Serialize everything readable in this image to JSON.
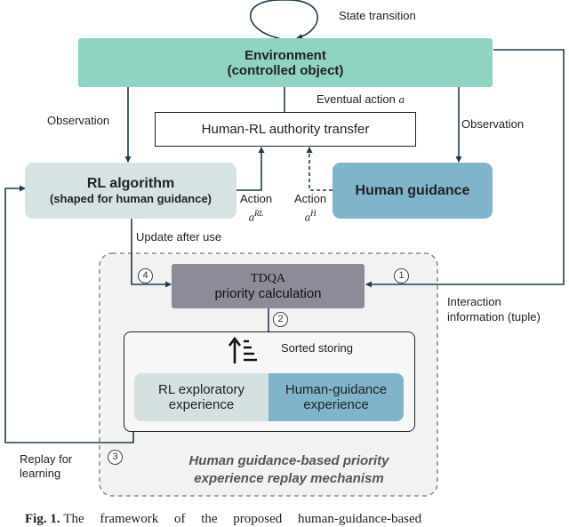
{
  "labels": {
    "state_transition": "State transition",
    "observation_left": "Observation",
    "observation_right": "Observation",
    "eventual_action": "Eventual action",
    "eventual_action_symbol": "a",
    "action_rl_label": "Action",
    "action_rl_symbol": "a",
    "action_rl_sup": "RL",
    "action_h_label": "Action",
    "action_h_symbol": "a",
    "action_h_sup": "H",
    "update_after_use": "Update after use",
    "interaction_line1": "Interaction",
    "interaction_line2": "information (tuple)",
    "sorted_storing": "Sorted storing",
    "replay_line1": "Replay for",
    "replay_line2": "learning"
  },
  "boxes": {
    "environment_line1": "Environment",
    "environment_line2": "(controlled object)",
    "authority_transfer": "Human-RL authority transfer",
    "rl_line1": "RL algorithm",
    "rl_line2": "(shaped for human guidance)",
    "human_guidance": "Human guidance",
    "tdqa": "TDQA",
    "priority_calc": "priority calculation",
    "rl_exp_line1": "RL exploratory",
    "rl_exp_line2": "experience",
    "human_exp_line1": "Human-guidance",
    "human_exp_line2": "experience"
  },
  "mechanism": {
    "line1": "Human guidance-based priority",
    "line2": "experience replay mechanism"
  },
  "steps": [
    "4",
    "1",
    "2",
    "3"
  ],
  "caption": {
    "fig": "Fig. 1.",
    "text": "The framework of the proposed human-guidance-based"
  },
  "colors": {
    "environment": "#8fd3c3",
    "rl_algorithm": "#d6e3e2",
    "human_guidance": "#7fb4cb",
    "priority": "#8e8b99",
    "rl_experience": "#d4e1e0",
    "human_experience": "#7fb4cb",
    "mechanism_bg": "#f2f2f2",
    "line": "#1f3d4d"
  }
}
